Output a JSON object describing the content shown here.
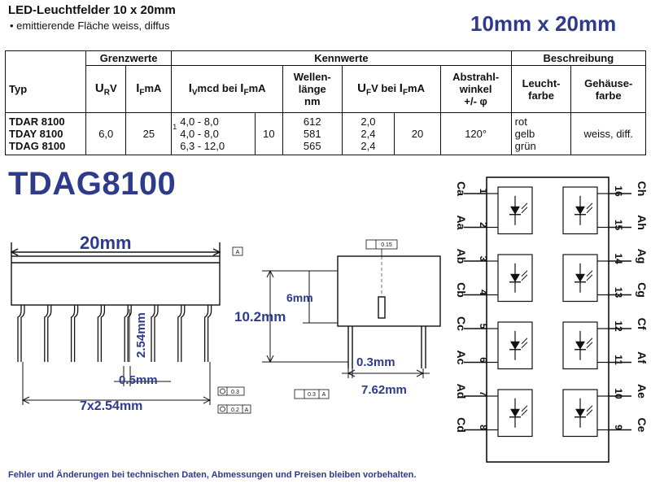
{
  "header": {
    "title": "LED-Leuchtfelder 10 x 20mm",
    "bullet": "•   emittierende Fläche weiss, diffus",
    "size_label": "10mm x 20mm"
  },
  "table": {
    "group_grenzwerte": "Grenzwerte",
    "group_kennwerte": "Kennwerte",
    "group_beschreibung": "Beschreibung",
    "col_typ": "Typ",
    "col_ur_main": "U",
    "col_ur_sub": "R",
    "col_ur_unit": "V",
    "col_if_main": "I",
    "col_if_sub": "F",
    "col_if_unit": "mA",
    "col_iv_main": "I",
    "col_iv_sub": "V",
    "col_iv_unit": "mcd  bei",
    "col_iv_if_main": "I",
    "col_iv_if_sub": "F",
    "col_iv_if_unit": "mA",
    "col_wellen_1": "Wellen-",
    "col_wellen_2": "länge",
    "col_wellen_3": "nm",
    "col_uf_main": "U",
    "col_uf_sub": "F",
    "col_uf_unit": "V  bei",
    "col_uf_if_main": "I",
    "col_uf_if_sub": "F",
    "col_uf_if_unit": "mA",
    "col_abstrahl_1": "Abstrahl-",
    "col_abstrahl_2": "winkel",
    "col_abstrahl_3": "+/- φ",
    "col_leucht_1": "Leucht-",
    "col_leucht_2": "farbe",
    "col_gehaeuse_1": "Gehäuse-",
    "col_gehaeuse_2": "farbe",
    "types": [
      "TDAR 8100",
      "TDAY 8100",
      "TDAG 8100"
    ],
    "ur": "6,0",
    "if": "25",
    "iv": [
      "4,0 -   8,0",
      "4,0 -   8,0",
      "6,3 - 12,0"
    ],
    "iv_marker": "1",
    "iv_if": "10",
    "wavelength": [
      "612",
      "581",
      "565"
    ],
    "uf": [
      "2,0",
      "2,4",
      "2,4"
    ],
    "uf_if": "20",
    "angle": "120°",
    "colors": [
      "rot",
      "gelb",
      "grün"
    ],
    "housing": "weiss, diff."
  },
  "part_number": "TDAG8100",
  "drawing_front": {
    "width_dim": "20mm",
    "pitch_dim": "2.54mm",
    "pin_dim": "0.5mm",
    "span_dim": "7x2.54mm",
    "datum_a": "A",
    "tol_1": "0.3",
    "tol_2": "0.2"
  },
  "drawing_side": {
    "height_dim": "10.2mm",
    "top_dim": "6mm",
    "pin_dim": "0.3mm",
    "row_dim": "7.62mm",
    "tol_top": "0.15",
    "tol_bottom": "0.3",
    "datum_a": "A"
  },
  "pinout": {
    "left_pins": [
      "1",
      "2",
      "3",
      "4",
      "5",
      "6",
      "7",
      "8"
    ],
    "right_pins": [
      "16",
      "15",
      "14",
      "13",
      "12",
      "11",
      "10",
      "9"
    ],
    "left_labels": [
      "Ca",
      "Aa",
      "Ab",
      "Cb",
      "Cc",
      "Ac",
      "Ad",
      "Cd"
    ],
    "right_labels": [
      "Ch",
      "Ah",
      "Ag",
      "Cg",
      "Cf",
      "Af",
      "Ae",
      "Ce"
    ]
  },
  "footer": "Fehler und Änderungen bei technischen Daten, Abmessungen und Preisen bleiben vorbehalten.",
  "colors": {
    "accent_blue": "#2e3a8c",
    "ink": "#111111"
  }
}
